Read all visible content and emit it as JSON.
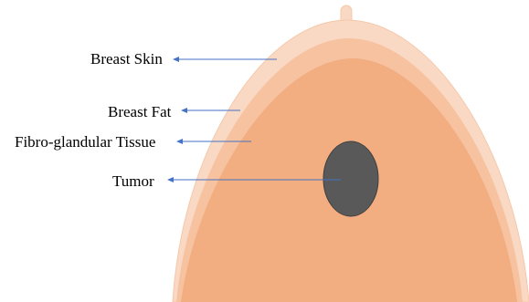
{
  "labels": {
    "skin": "Breast Skin",
    "fat": "Breast Fat",
    "fibro": "Fibro-glandular Tissue",
    "tumor": "Tumor"
  },
  "colors": {
    "skin": "#f9d9c4",
    "skin_outline": "#f5c8aa",
    "fat": "#f6c2a0",
    "fibro": "#f2ad80",
    "tumor": "#595959",
    "tumor_outline": "#3f3f3f",
    "arrow": "#4472c4"
  }
}
